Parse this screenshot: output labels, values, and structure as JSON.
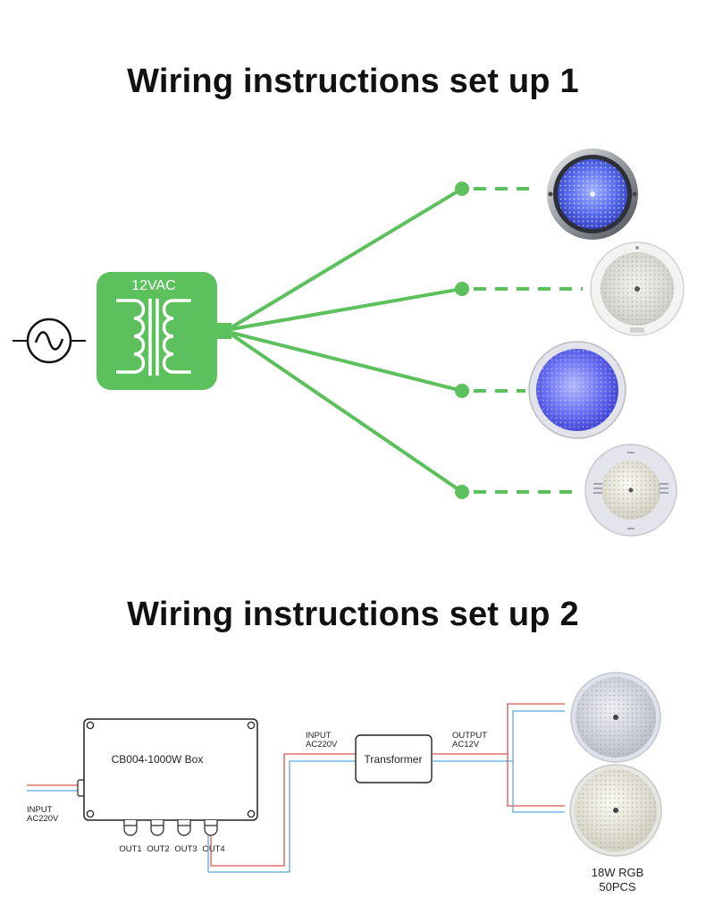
{
  "setup1": {
    "title": "Wiring instructions set up 1",
    "transformer_label": "12VAC",
    "light_count": 4
  },
  "setup2": {
    "title": "Wiring instructions set up 2",
    "box_label": "CB004-1000W Box",
    "box_input": [
      "INPUT",
      "AC220V"
    ],
    "outputs": [
      "OUT1",
      "OUT2",
      "OUT3",
      "OUT4"
    ],
    "transformer_input": [
      "INPUT",
      "AC220V"
    ],
    "transformer_label": "Transformer",
    "transformer_output": [
      "OUTPUT",
      "AC12V"
    ],
    "light_caption": [
      "18W RGB",
      "50PCS"
    ]
  },
  "colors": {
    "green": "#5cc05c",
    "wire_red": "#d9534f",
    "wire_blue": "#5aa9e0"
  }
}
